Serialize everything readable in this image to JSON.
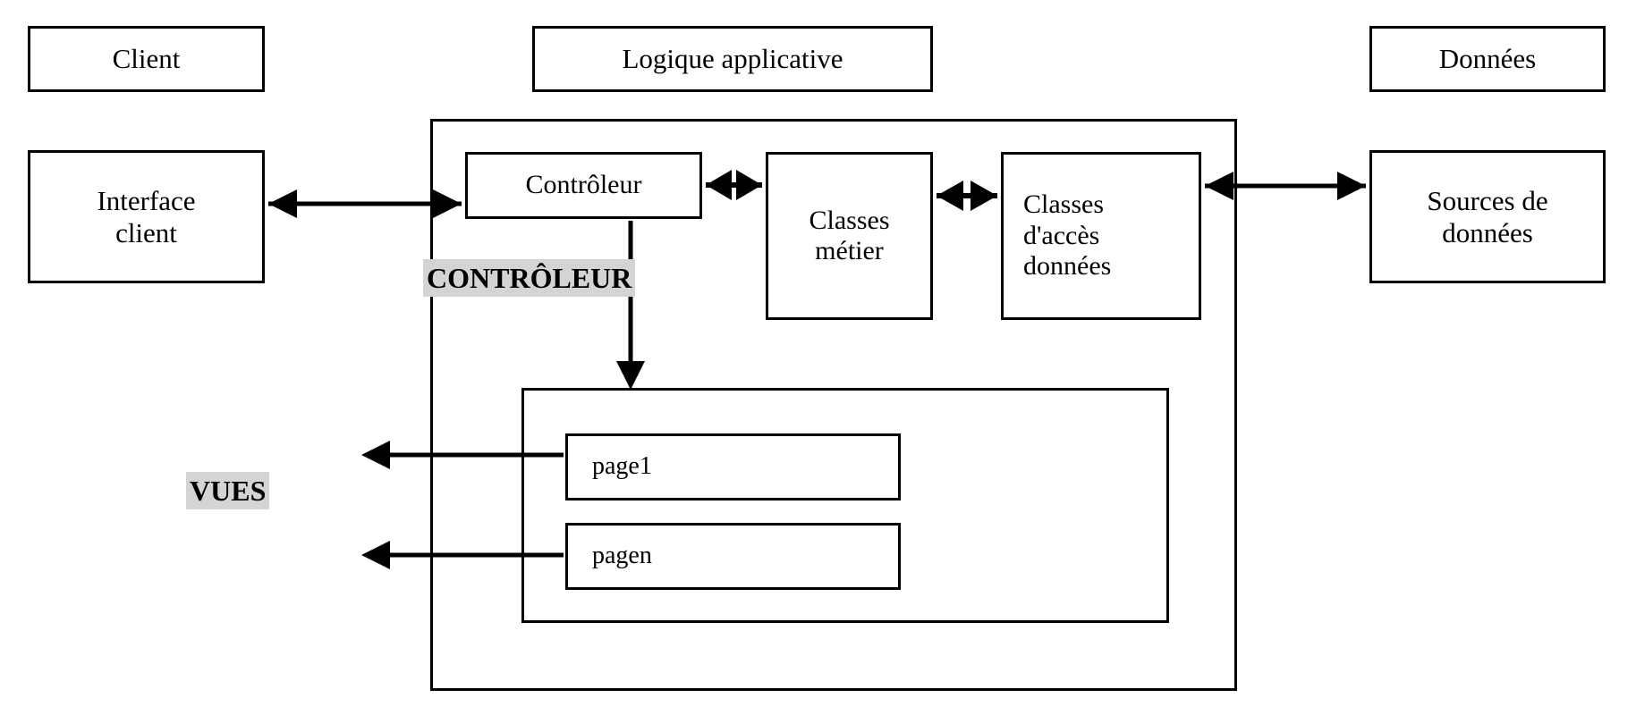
{
  "diagram": {
    "title_bar": {
      "client": "Client",
      "app_logic": "Logique applicative",
      "data": "Données"
    },
    "nodes": {
      "interface_client": "Interface\nclient",
      "interface_client_line1": "Interface",
      "interface_client_line2": "client",
      "controleur": "Contrôleur",
      "classes_metier_line1": "Classes",
      "classes_metier_line2": "métier",
      "classes_acces_line1": "Classes",
      "classes_acces_line2": "d'accès",
      "classes_acces_line3": "données",
      "sources_line1": "Sources de",
      "sources_line2": "données",
      "page1": "page1",
      "pagen": "pagen"
    },
    "tags": {
      "controleur": "CONTRÔLEUR",
      "vues": "VUES"
    },
    "colors": {
      "stroke": "#000000",
      "background": "#ffffff",
      "tag_highlight": "#d4d4d4"
    }
  }
}
